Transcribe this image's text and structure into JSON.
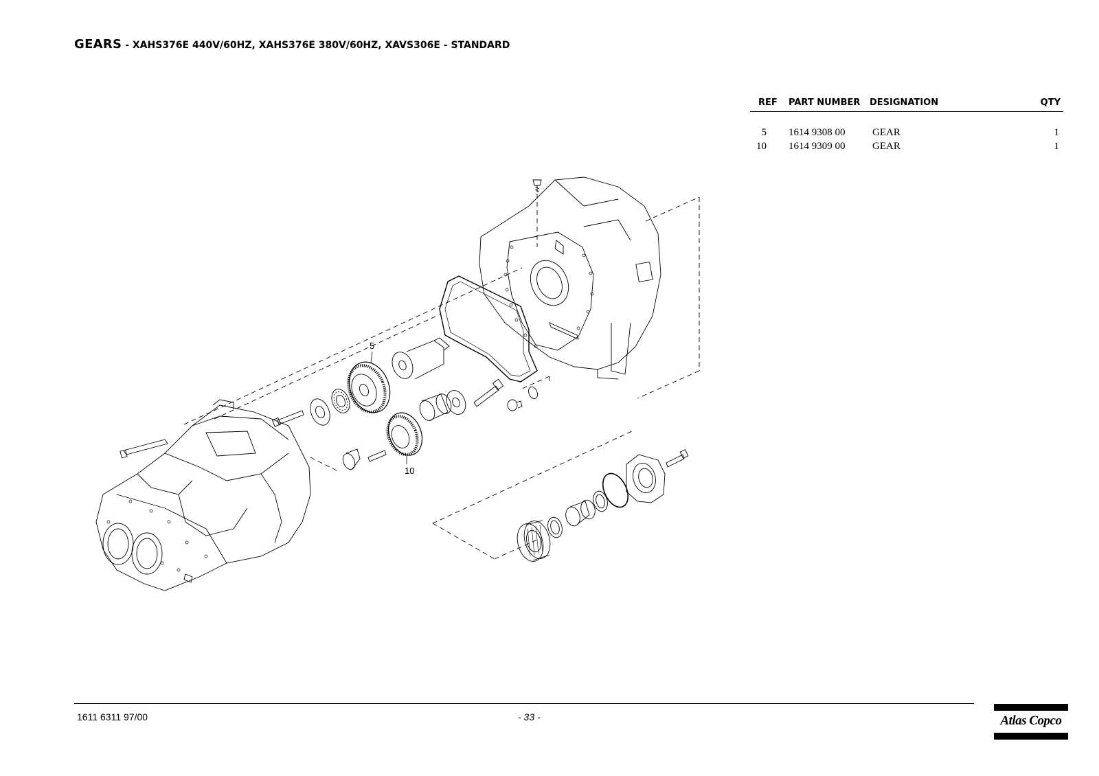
{
  "header": {
    "title_main": "GEARS",
    "title_sub": " - XAHS376E 440V/60HZ, XAHS376E 380V/60HZ, XAVS306E - STANDARD"
  },
  "parts_table": {
    "columns": [
      "REF",
      "PART NUMBER",
      "DESIGNATION",
      "QTY"
    ],
    "rows": [
      {
        "ref": "5",
        "part_number": "1614 9308 00",
        "designation": "GEAR",
        "qty": "1"
      },
      {
        "ref": "10",
        "part_number": "1614 9309 00",
        "designation": "GEAR",
        "qty": "1"
      }
    ]
  },
  "diagram": {
    "callouts": [
      "5",
      "10"
    ]
  },
  "footer": {
    "doc_number": "1611 6311 97/00",
    "page": "- 33 -",
    "logo_text": "Atlas Copco"
  }
}
